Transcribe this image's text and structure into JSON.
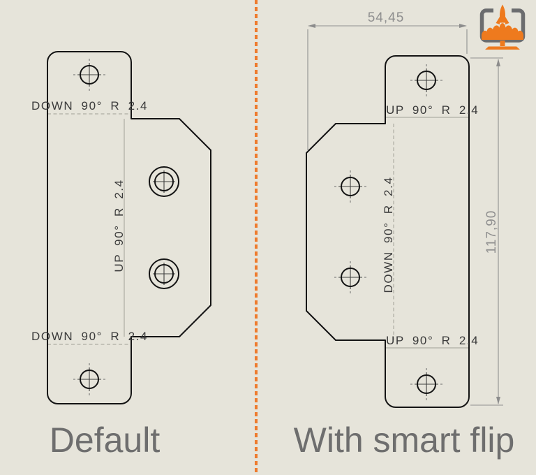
{
  "colors": {
    "background": "#e6e4da",
    "divider_orange": "#ee7b2e",
    "part_outline": "#141414",
    "bend_line_gray": "#aeada3",
    "note_text": "#3a3a3a",
    "dimension_gray": "#8f8f8f",
    "caption_gray": "#6e6e6e",
    "logo_orange": "#ee7a1e",
    "logo_gray": "#6b6c6e"
  },
  "left_panel": {
    "caption": "Default",
    "bend_note_top": "DOWN 90° R 2.4",
    "bend_note_middle": "UP 90° R 2.4",
    "bend_note_bottom": "DOWN 90° R 2.4"
  },
  "right_panel": {
    "caption": "With smart flip",
    "bend_note_top": "UP 90° R 2.4",
    "bend_note_middle": "DOWN 90° R 2.4",
    "bend_note_bottom": "UP 90° R 2.4",
    "dim_width": "54,45",
    "dim_height": "117,90"
  },
  "logo": {
    "name": "rocket-launch-screen-logo"
  }
}
